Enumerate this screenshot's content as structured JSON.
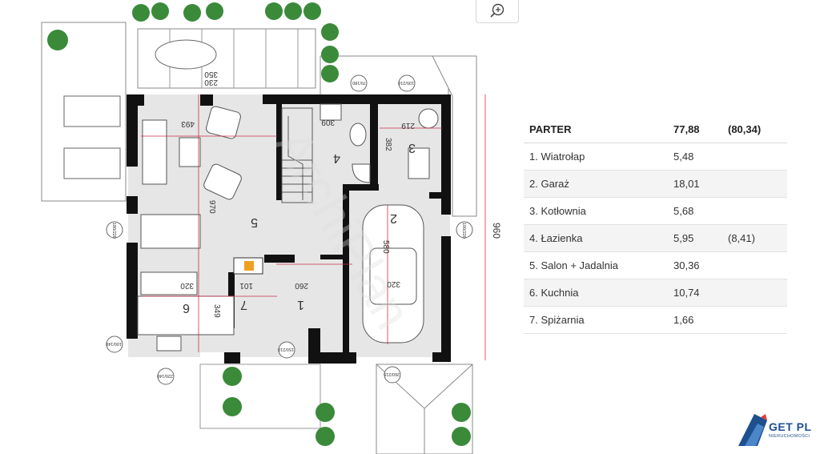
{
  "toolbar": {
    "zoom_icon": "magnifier-plus-icon"
  },
  "plan": {
    "room_numbers": [
      "1",
      "2",
      "3",
      "4",
      "5",
      "6",
      "7"
    ],
    "dimensions": [
      "350",
      "230",
      "493",
      "970",
      "320",
      "260",
      "101",
      "349",
      "309",
      "219",
      "382",
      "580",
      "320",
      "960"
    ],
    "window_labels": [
      "180/220",
      "100/220",
      "100/140",
      "150/210",
      "220/140",
      "260/215",
      "70/180",
      "105/210"
    ],
    "watermark": "ArchiPlan"
  },
  "table": {
    "header": {
      "name": "PARTER",
      "area": "77,88",
      "extra": "(80,34)"
    },
    "rows": [
      {
        "name": "1. Wiatrołap",
        "area": "5,48",
        "extra": ""
      },
      {
        "name": "2. Garaż",
        "area": "18,01",
        "extra": ""
      },
      {
        "name": "3. Kotłownia",
        "area": "5,68",
        "extra": ""
      },
      {
        "name": "4. Łazienka",
        "area": "5,95",
        "extra": "(8,41)"
      },
      {
        "name": "5. Salon + Jadalnia",
        "area": "30,36",
        "extra": ""
      },
      {
        "name": "6. Kuchnia",
        "area": "10,74",
        "extra": ""
      },
      {
        "name": "7. Spiżarnia",
        "area": "1,66",
        "extra": ""
      }
    ]
  },
  "logo": {
    "name": "GET PL",
    "sub": "NIERUCHOMOŚCI"
  },
  "colors": {
    "wall": "#111111",
    "floor": "#e6e6e6",
    "dim_line": "#c8324a",
    "plant": "#3a8a3a",
    "brand": "#1e4f8f"
  }
}
